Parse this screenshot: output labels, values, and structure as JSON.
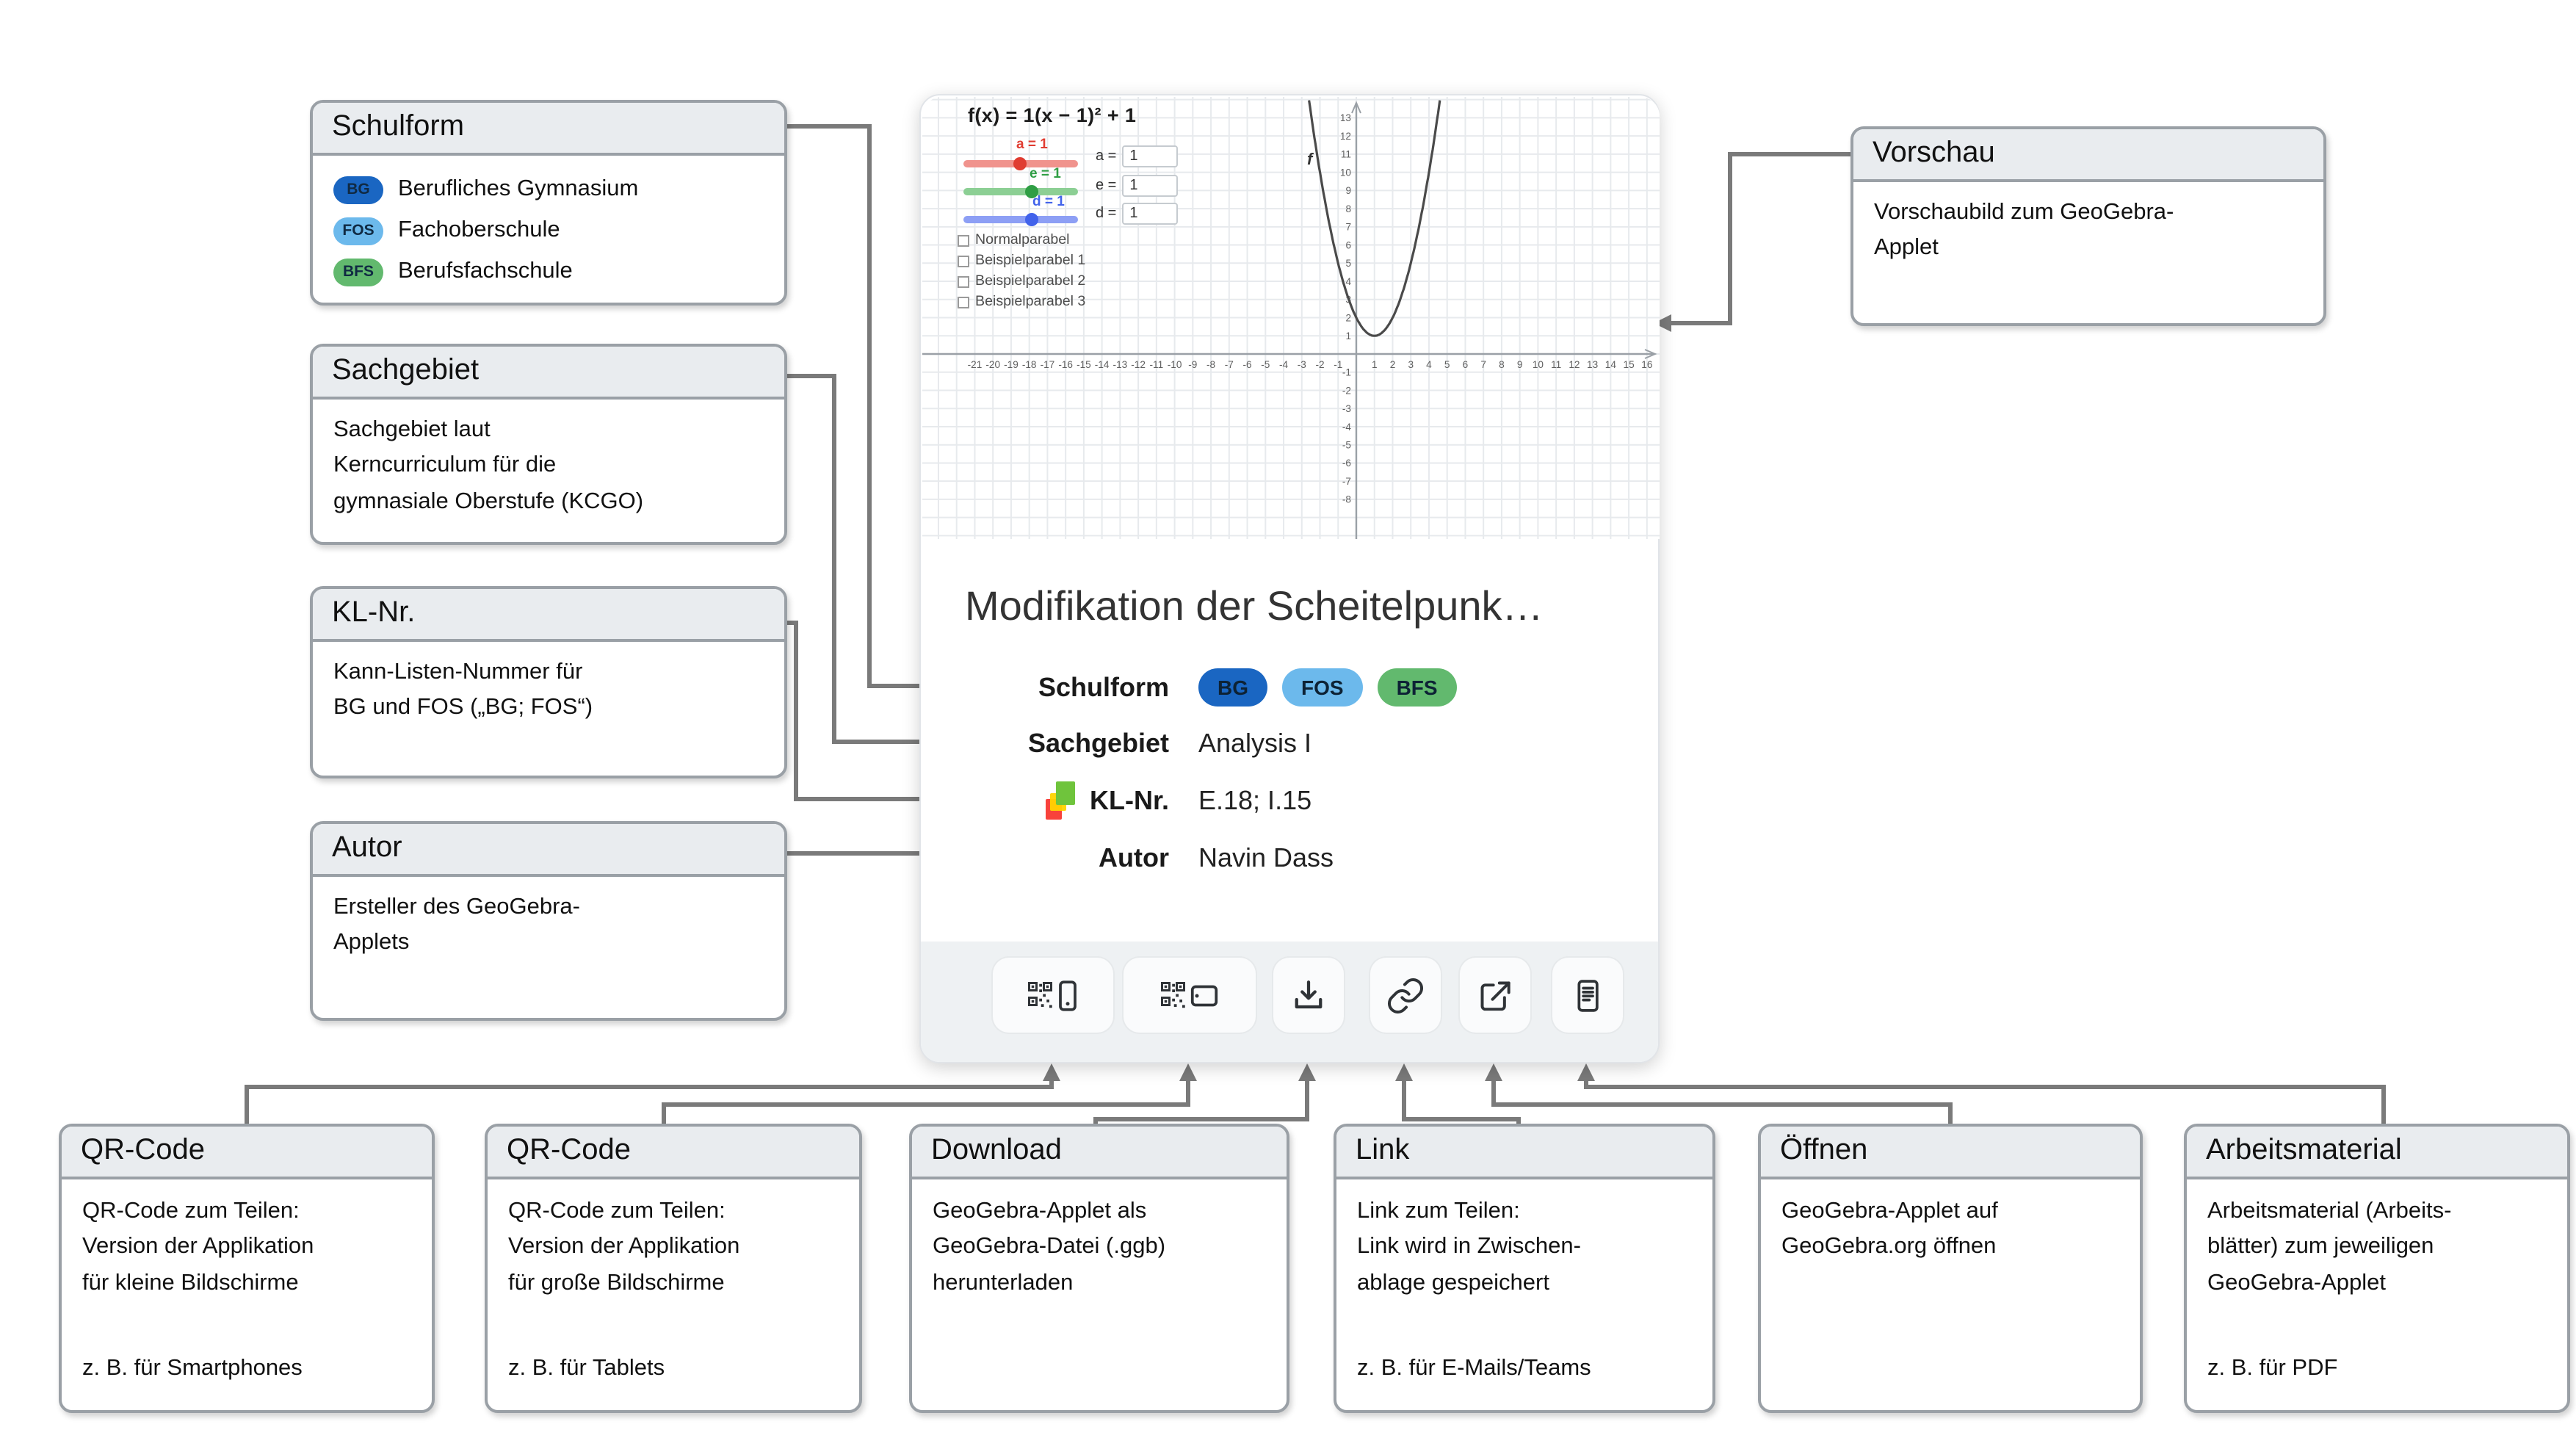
{
  "card": {
    "title": "Modifikation der Scheitelpunk…",
    "fields": {
      "schulform_label": "Schulform",
      "sachgebiet_label": "Sachgebiet",
      "sachgebiet_value": "Analysis I",
      "klnr_label": "KL-Nr.",
      "klnr_value": "E.18; I.15",
      "autor_label": "Autor",
      "autor_value": "Navin Dass"
    },
    "badges": [
      {
        "text": "BG",
        "color": "#1a66c2"
      },
      {
        "text": "FOS",
        "color": "#6cb9ec"
      },
      {
        "text": "BFS",
        "color": "#62b96e"
      }
    ],
    "kl_icon_colors": {
      "red": "#f8423b",
      "yellow": "#ffd400",
      "green": "#6fc43c"
    }
  },
  "applet": {
    "function_label": "f(x) = 1(x − 1)² + 1",
    "curve_label": "f",
    "sliders": [
      {
        "label": "a = 1",
        "color": "#e03c31",
        "track": "#f0938d"
      },
      {
        "label": "e = 1",
        "color": "#2f9e44",
        "track": "#8ccf94"
      },
      {
        "label": "d = 1",
        "color": "#4263eb",
        "track": "#8d9ff5"
      }
    ],
    "inputs": [
      {
        "label": "a =",
        "value": "1"
      },
      {
        "label": "e =",
        "value": "1"
      },
      {
        "label": "d =",
        "value": "1"
      }
    ],
    "checkboxes": [
      "Normalparabel",
      "Beispielparabel 1",
      "Beispielparabel 2",
      "Beispielparabel 3"
    ]
  },
  "chart_data": {
    "type": "line",
    "title": "f(x) = 1(x − 1)² + 1",
    "function": "f(x) = a·(x − e)² + d",
    "parameters": {
      "a": 1,
      "e": 1,
      "d": 1
    },
    "vertex": [
      1,
      1
    ],
    "x_axis_range": [
      -21,
      17
    ],
    "y_axis_range": [
      -8,
      13
    ],
    "grid": true,
    "legend": [],
    "curve_label": "f",
    "curve_points": [
      [
        -2.5,
        13.25
      ],
      [
        -2,
        10
      ],
      [
        -1,
        5
      ],
      [
        0,
        2
      ],
      [
        1,
        1
      ],
      [
        2,
        2
      ],
      [
        3,
        5
      ],
      [
        4,
        10
      ],
      [
        4.5,
        13.25
      ]
    ]
  },
  "callouts": {
    "schulform": {
      "title": "Schulform",
      "items": [
        {
          "badge": "BG",
          "color": "#1a66c2",
          "label": "Berufliches Gymnasium"
        },
        {
          "badge": "FOS",
          "color": "#6cb9ec",
          "label": "Fachoberschule"
        },
        {
          "badge": "BFS",
          "color": "#62b96e",
          "label": "Berufsfachschule"
        }
      ]
    },
    "sachgebiet": {
      "title": "Sachgebiet",
      "text": "Sachgebiet laut\nKerncurriculum für die\ngymnasiale Oberstufe (KCGO)"
    },
    "klnr": {
      "title": "KL-Nr.",
      "text": "Kann-Listen-Nummer für\nBG und FOS („BG; FOS“)"
    },
    "autor": {
      "title": "Autor",
      "text": "Ersteller des GeoGebra-\nApplets"
    },
    "vorschau": {
      "title": "Vorschau",
      "text": "Vorschaubild zum GeoGebra-\nApplet"
    }
  },
  "bottom_boxes": [
    {
      "title": "QR-Code",
      "text": "QR-Code zum Teilen:\nVersion der Applikation\nfür kleine Bildschirme",
      "example": "z. B. für Smartphones"
    },
    {
      "title": "QR-Code",
      "text": "QR-Code zum Teilen:\nVersion der Applikation\nfür große Bildschirme",
      "example": "z. B. für Tablets"
    },
    {
      "title": "Download",
      "text": "GeoGebra-Applet als\nGeoGebra-Datei (.ggb)\nherunterladen",
      "example": ""
    },
    {
      "title": "Link",
      "text": "Link zum Teilen:\nLink wird in Zwischen-\nablage gespeichert",
      "example": "z. B. für E-Mails/Teams"
    },
    {
      "title": "Öffnen",
      "text": "GeoGebra-Applet auf\nGeoGebra.org öffnen",
      "example": ""
    },
    {
      "title": "Arbeitsmaterial",
      "text": "Arbeitsmaterial (Arbeits-\nblätter) zum jeweiligen\nGeoGebra-Applet",
      "example": "z. B. für PDF"
    }
  ]
}
